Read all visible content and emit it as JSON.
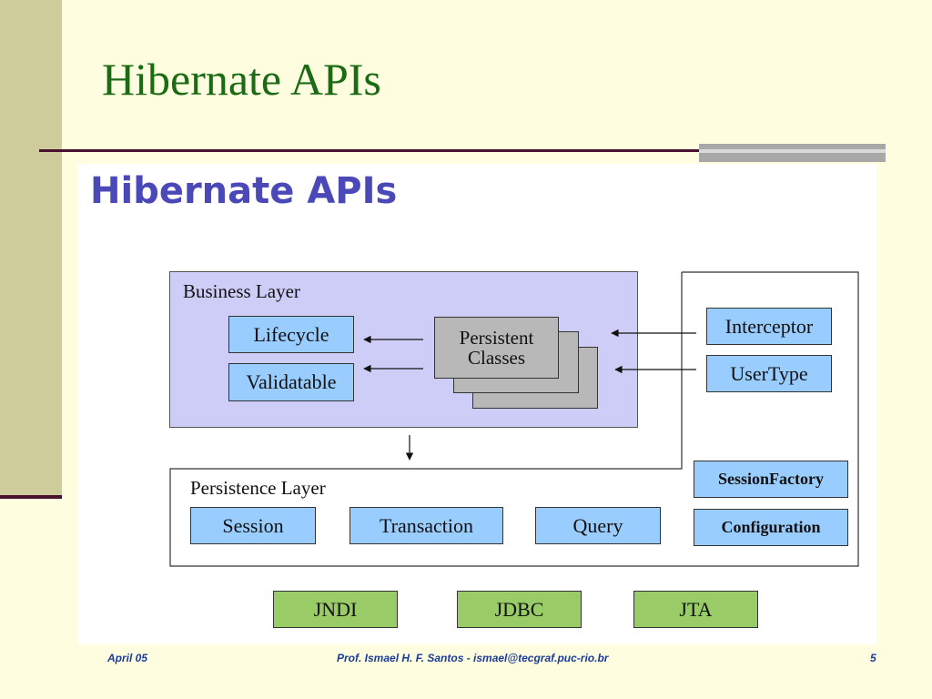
{
  "slide": {
    "title": "Hibernate APIs",
    "footer": {
      "date": "April 05",
      "author": "Prof. Ismael H. F. Santos -  ismael@tecgraf.puc-rio.br",
      "page": "5"
    }
  },
  "diagram": {
    "title": "Hibernate APIs",
    "business_layer": {
      "label": "Business Layer",
      "lifecycle": "Lifecycle",
      "validatable": "Validatable",
      "persistent_classes": [
        "Persistent",
        "Classes"
      ]
    },
    "extensions": {
      "interceptor": "Interceptor",
      "usertype": "UserType"
    },
    "persistence_layer": {
      "label": "Persistence Layer",
      "session": "Session",
      "transaction": "Transaction",
      "query": "Query",
      "session_factory": "SessionFactory",
      "configuration": "Configuration"
    },
    "infrastructure": {
      "jndi": "JNDI",
      "jdbc": "JDBC",
      "jta": "JTA"
    },
    "colors": {
      "title_green": "#1a6b14",
      "diagram_title_blue": "#4b48b8",
      "business_layer_fill": "#cdcdf8",
      "api_box_blue": "#99ccff",
      "persistent_gray": "#b8b8b8",
      "infra_green": "#99cc66"
    }
  }
}
